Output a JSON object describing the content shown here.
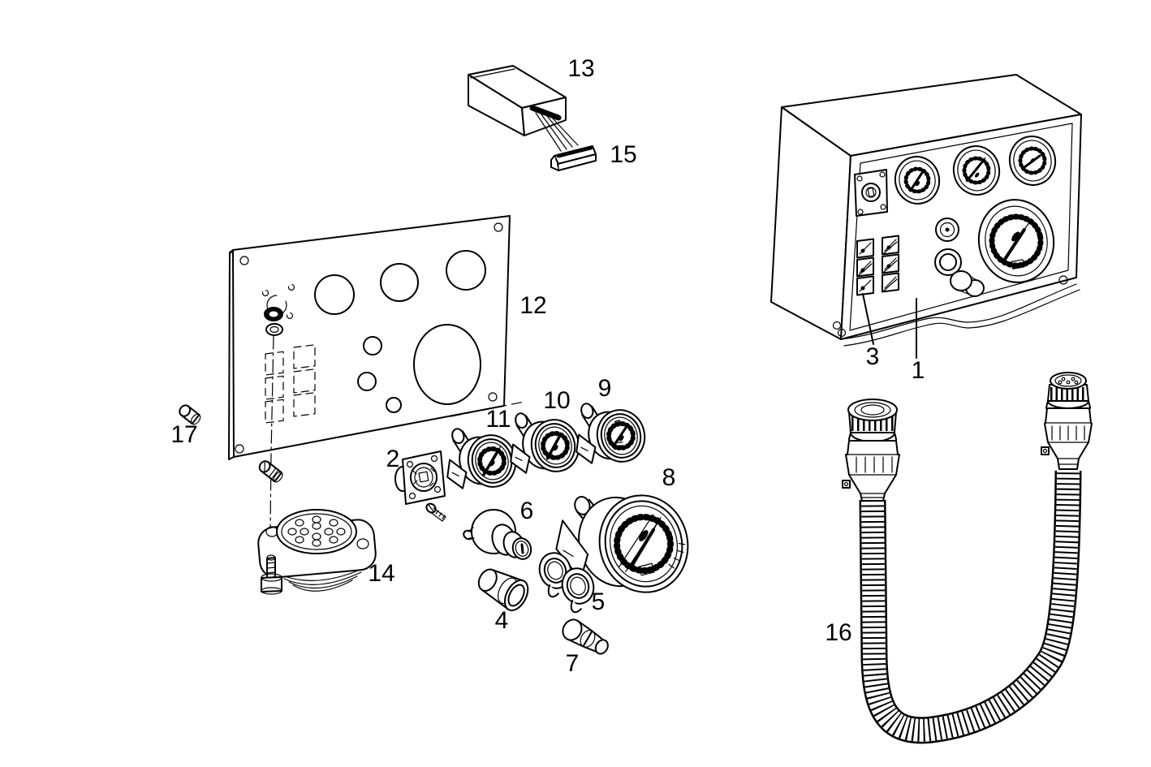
{
  "diagram": {
    "background_color": "#ffffff",
    "line_color": "#000000",
    "callouts": [
      {
        "id": "part-1",
        "label": "1"
      },
      {
        "id": "part-2",
        "label": "2"
      },
      {
        "id": "part-3",
        "label": "3"
      },
      {
        "id": "part-4",
        "label": "4"
      },
      {
        "id": "part-5",
        "label": "5"
      },
      {
        "id": "part-6",
        "label": "6"
      },
      {
        "id": "part-7",
        "label": "7"
      },
      {
        "id": "part-8",
        "label": "8"
      },
      {
        "id": "part-9",
        "label": "9"
      },
      {
        "id": "part-10",
        "label": "10"
      },
      {
        "id": "part-11",
        "label": "11"
      },
      {
        "id": "part-12",
        "label": "12"
      },
      {
        "id": "part-13",
        "label": "13"
      },
      {
        "id": "part-14",
        "label": "14"
      },
      {
        "id": "part-15",
        "label": "15"
      },
      {
        "id": "part-16",
        "label": "16"
      },
      {
        "id": "part-17",
        "label": "17"
      }
    ]
  }
}
